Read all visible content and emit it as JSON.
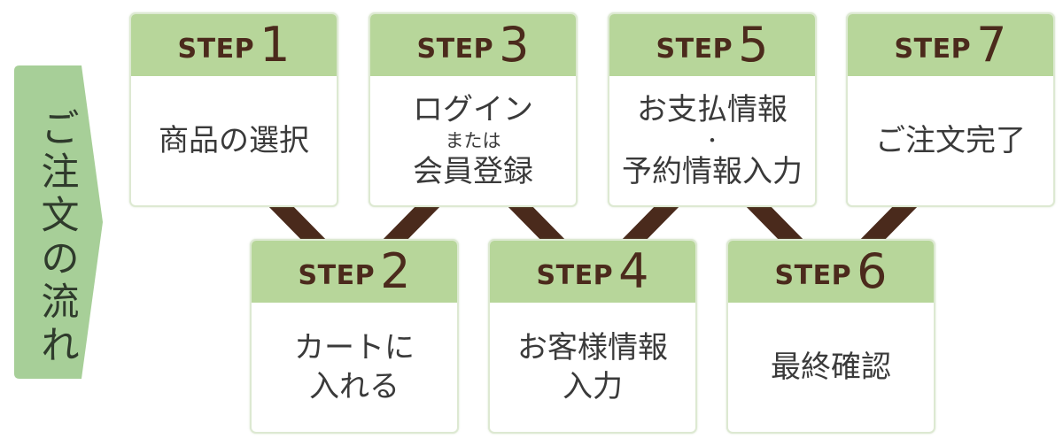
{
  "side_label": "ご注文の流れ",
  "step_word": "STEP",
  "steps": [
    {
      "num": "1",
      "lines": [
        "商品の選択"
      ]
    },
    {
      "num": "2",
      "lines": [
        "カートに",
        "入れる"
      ]
    },
    {
      "num": "3",
      "lines": [
        "ログイン",
        "または",
        "会員登録"
      ]
    },
    {
      "num": "4",
      "lines": [
        "お客様情報",
        "入力"
      ]
    },
    {
      "num": "5",
      "lines": [
        "お支払情報",
        "・",
        "予約情報入力"
      ]
    },
    {
      "num": "6",
      "lines": [
        "最終確認"
      ]
    },
    {
      "num": "7",
      "lines": [
        "ご注文完了"
      ]
    }
  ],
  "colors": {
    "header_green": "#b7d69a",
    "side_green": "#a7cf98",
    "connector_brown": "#4a2a1c",
    "step_text_brown": "#4b2a1c"
  }
}
